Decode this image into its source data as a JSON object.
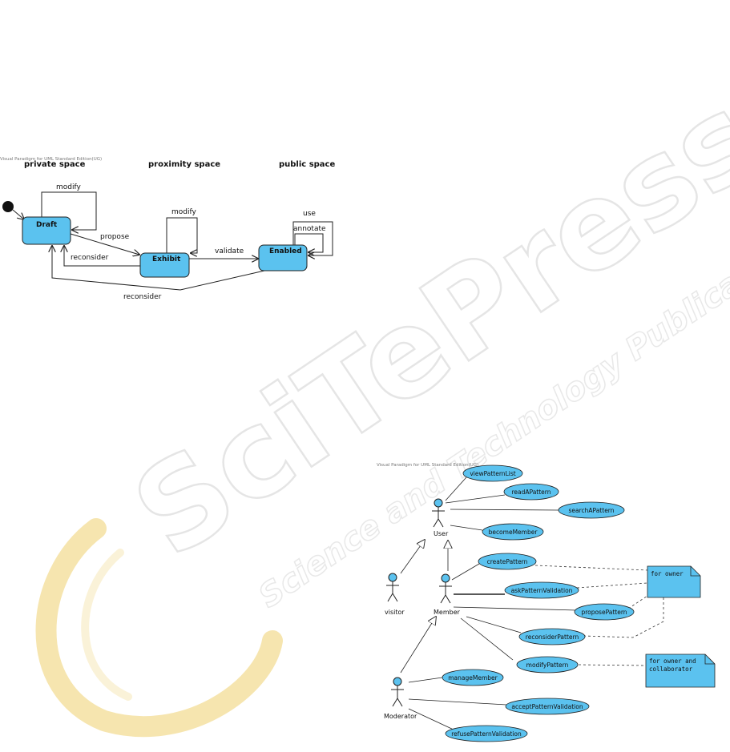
{
  "colors": {
    "node_fill": "#5bc2ef",
    "stroke": "#222222",
    "watermark": "#dcdcdc",
    "watermark_ring": "#f7e7b2"
  },
  "watermark": {
    "brand": "SciTePress",
    "tagline": "Science and Technology Publications"
  },
  "state_diagram": {
    "credit": "Visual Paradigm for UML Standard Edition(UG)",
    "regions": [
      "private space",
      "proximity space",
      "public space"
    ],
    "initial_marker": "initial-state",
    "states": {
      "draft": "Draft",
      "exhibit": "Exhibit",
      "enabled": "Enabled"
    },
    "transitions": {
      "modify_draft": "modify",
      "propose": "propose",
      "reconsider_exhibit": "reconsider",
      "modify_exhibit": "modify",
      "validate": "validate",
      "use": "use",
      "annotate": "annotate",
      "reconsider_enabled": "reconsider"
    }
  },
  "use_case_diagram": {
    "credit": "Visual Paradigm for UML Standard Edition(UG)",
    "actors": {
      "user": "User",
      "visitor": "visitor",
      "member": "Member",
      "moderator": "Moderator"
    },
    "use_cases": {
      "viewPatternList": "viewPatternList",
      "readAPattern": "readAPattern",
      "searchAPattern": "searchAPattern",
      "becomeMember": "becomeMember",
      "createPattern": "createPattern",
      "askPatternValidation": "askPatternValidation",
      "proposePattern": "proposePattern",
      "reconsiderPattern": "reconsiderPattern",
      "modifyPattern": "modifyPattern",
      "manageMember": "manageMember",
      "acceptPatternValidation": "acceptPatternValidation",
      "refusePatternValidation": "refusePatternValidation"
    },
    "notes": {
      "owner": "for owner",
      "owner_collab_line1": "for owner and",
      "owner_collab_line2": "collaborator"
    }
  }
}
